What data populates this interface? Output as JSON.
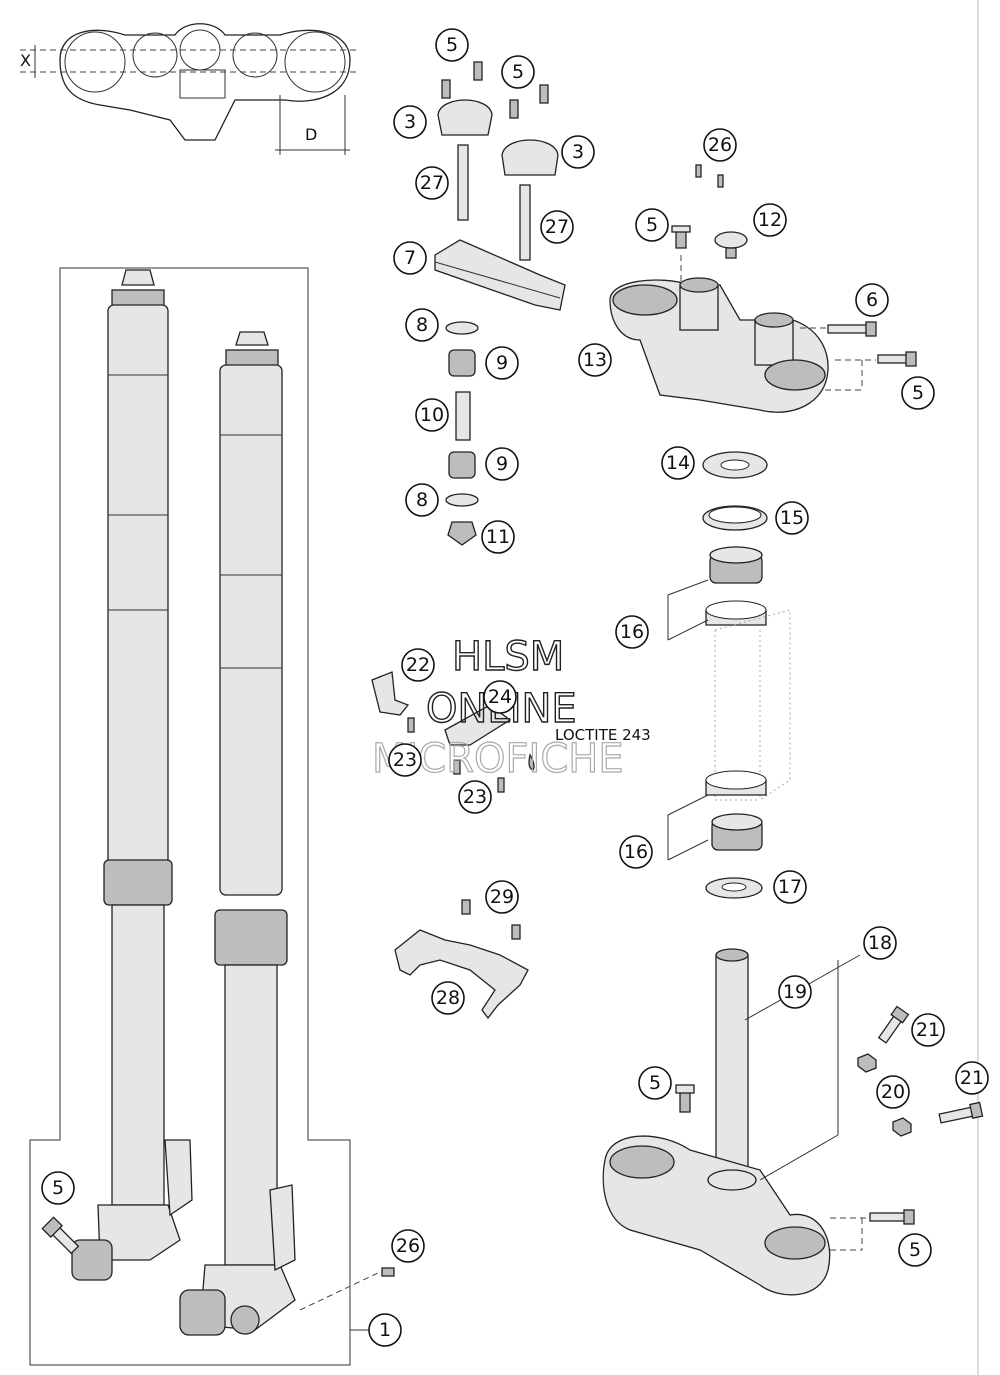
{
  "dimension_labels": {
    "x": "X",
    "d": "D"
  },
  "watermark": {
    "line1": "HLSM",
    "line2": "ONLINE",
    "line3": "MICROFICHE"
  },
  "note": "LOCTITE 243",
  "callouts": [
    {
      "id": "c1",
      "label": "1"
    },
    {
      "id": "c3a",
      "label": "3"
    },
    {
      "id": "c3b",
      "label": "3"
    },
    {
      "id": "c5a",
      "label": "5"
    },
    {
      "id": "c5b",
      "label": "5"
    },
    {
      "id": "c5c",
      "label": "5"
    },
    {
      "id": "c5d",
      "label": "5"
    },
    {
      "id": "c5e",
      "label": "5"
    },
    {
      "id": "c5f",
      "label": "5"
    },
    {
      "id": "c5g",
      "label": "5"
    },
    {
      "id": "c6",
      "label": "6"
    },
    {
      "id": "c7",
      "label": "7"
    },
    {
      "id": "c8a",
      "label": "8"
    },
    {
      "id": "c8b",
      "label": "8"
    },
    {
      "id": "c9a",
      "label": "9"
    },
    {
      "id": "c9b",
      "label": "9"
    },
    {
      "id": "c10",
      "label": "10"
    },
    {
      "id": "c11",
      "label": "11"
    },
    {
      "id": "c12",
      "label": "12"
    },
    {
      "id": "c13",
      "label": "13"
    },
    {
      "id": "c14",
      "label": "14"
    },
    {
      "id": "c15",
      "label": "15"
    },
    {
      "id": "c16a",
      "label": "16"
    },
    {
      "id": "c16b",
      "label": "16"
    },
    {
      "id": "c17",
      "label": "17"
    },
    {
      "id": "c18",
      "label": "18"
    },
    {
      "id": "c19",
      "label": "19"
    },
    {
      "id": "c20",
      "label": "20"
    },
    {
      "id": "c21a",
      "label": "21"
    },
    {
      "id": "c21b",
      "label": "21"
    },
    {
      "id": "c22",
      "label": "22"
    },
    {
      "id": "c23a",
      "label": "23"
    },
    {
      "id": "c23b",
      "label": "23"
    },
    {
      "id": "c24",
      "label": "24"
    },
    {
      "id": "c26a",
      "label": "26"
    },
    {
      "id": "c26b",
      "label": "26"
    },
    {
      "id": "c27a",
      "label": "27"
    },
    {
      "id": "c27b",
      "label": "27"
    },
    {
      "id": "c28",
      "label": "28"
    },
    {
      "id": "c29",
      "label": "29"
    }
  ]
}
